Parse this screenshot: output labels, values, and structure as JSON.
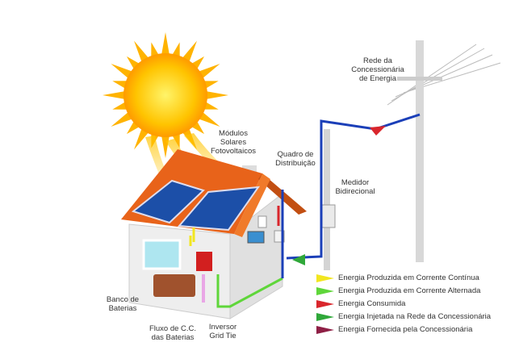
{
  "labels": {
    "grid_line1": "Rede da",
    "grid_line2": "Concessionária",
    "grid_line3": "de Energia",
    "modules_line1": "Módulos",
    "modules_line2": "Solares",
    "modules_line3": "Fotovoltaicos",
    "panel_line1": "Quadro de",
    "panel_line2": "Distribuição",
    "meter_line1": "Medidor",
    "meter_line2": "Bidirecional",
    "battery_line1": "Banco de",
    "battery_line2": "Baterias",
    "flow_line1": "Fluxo de C.C.",
    "flow_line2": "das Baterias",
    "inverter_line1": "Inversor",
    "inverter_line2": "Grid Tie"
  },
  "legend": [
    {
      "label": "Energia Produzida em Corrente Contínua",
      "color": "#f2e620"
    },
    {
      "label": "Energia Produzida em Corrente Alternada",
      "color": "#5fd63a"
    },
    {
      "label": "Energia Consumida",
      "color": "#d9262c"
    },
    {
      "label": "Energia Injetada na Rede da Concessionária",
      "color": "#2fa83a"
    },
    {
      "label": "Energia Fornecida pela Concessionária",
      "color": "#8e1f45"
    }
  ]
}
